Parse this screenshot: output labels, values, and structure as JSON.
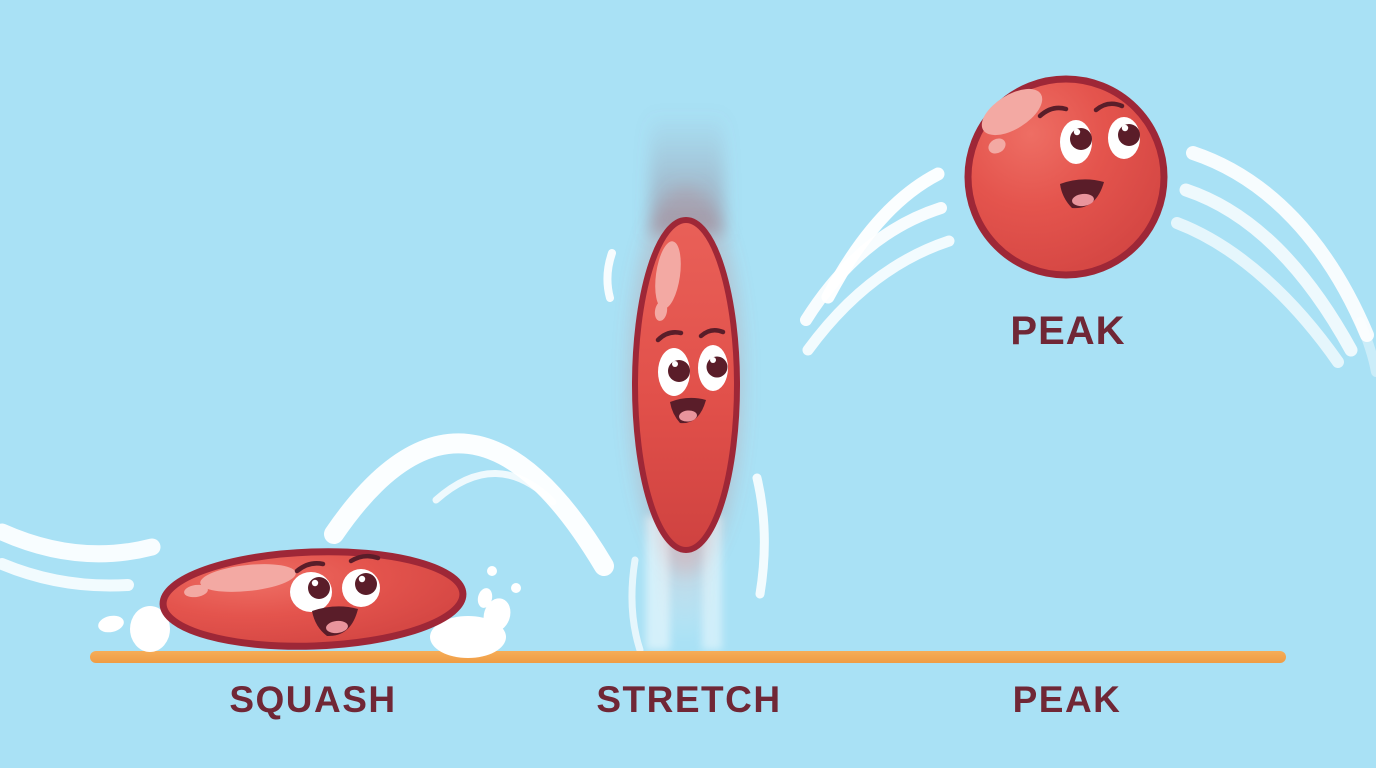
{
  "illustration": {
    "stages": [
      {
        "id": "squash",
        "label": "SQUASH"
      },
      {
        "id": "stretch",
        "label": "STRETCH"
      },
      {
        "id": "peak",
        "label": "PEAK",
        "caption": "PEAK"
      }
    ],
    "colors": {
      "background": "#a9e1f5",
      "ball": "#e4544d",
      "ball_outline": "#9e2737",
      "ball_highlight": "#f3a9a3",
      "ground": "#f2a350",
      "label": "#702736",
      "trail": "#ffffff",
      "face_features": "#5a1d29",
      "tongue": "#e9949c"
    }
  }
}
